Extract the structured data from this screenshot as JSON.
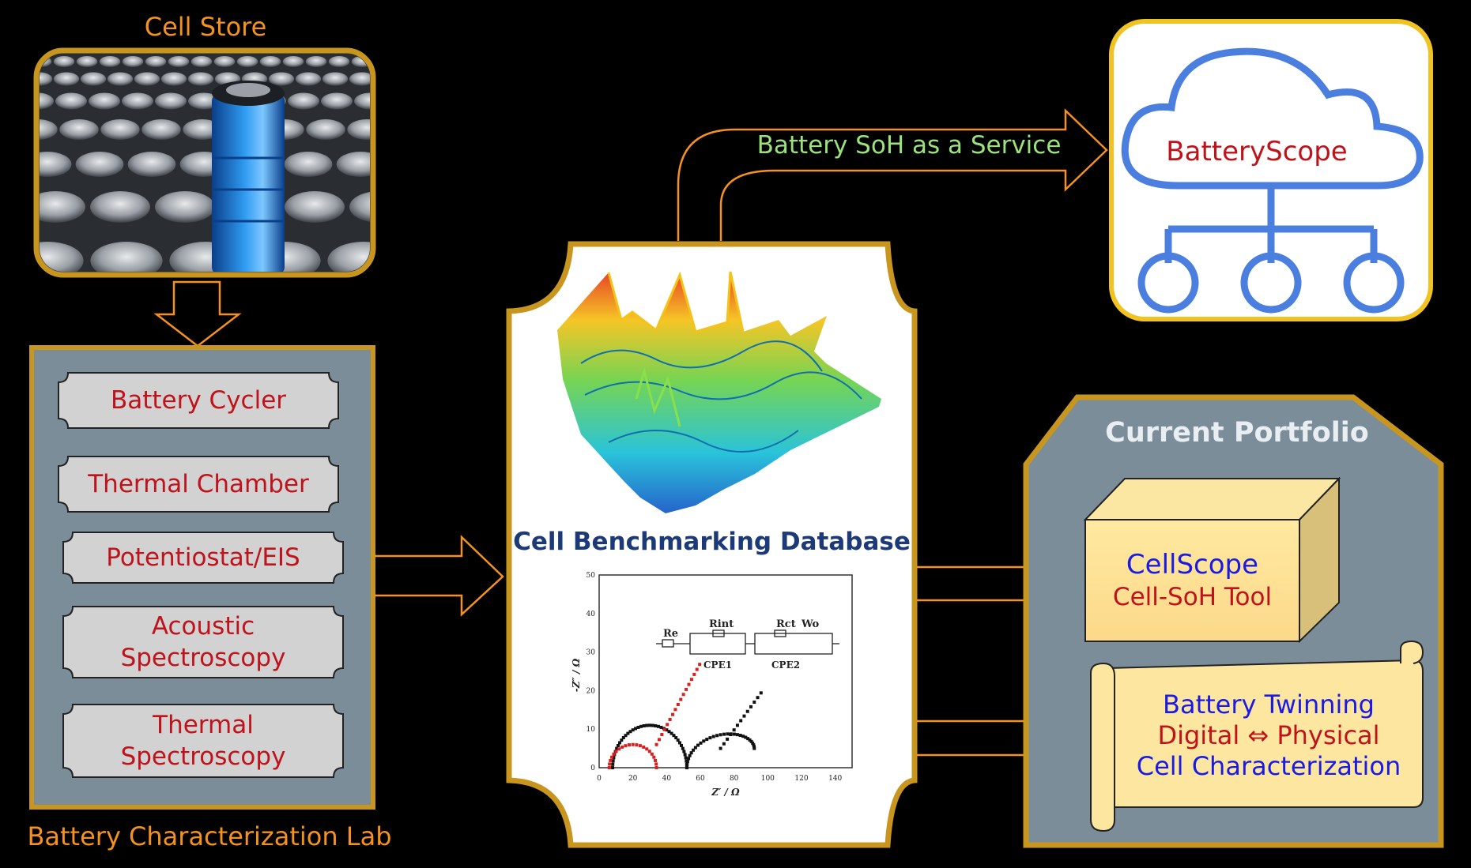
{
  "cell_store": {
    "title": "Cell Store"
  },
  "lab": {
    "title": "Battery Characterization Lab",
    "items": [
      {
        "label": "Battery Cycler"
      },
      {
        "label": "Thermal Chamber"
      },
      {
        "label": "Potentiostat/EIS"
      },
      {
        "label": "Acoustic\nSpectroscopy"
      },
      {
        "label": "Thermal\nSpectroscopy"
      }
    ]
  },
  "database": {
    "title": "Cell Benchmarking Database",
    "eis_plot": {
      "ylabel": "-Z″ / Ω",
      "xlabel": "Z′ / Ω",
      "x_ticks": [
        "0",
        "20",
        "40",
        "60",
        "80",
        "100",
        "120",
        "140"
      ],
      "y_ticks": [
        "0",
        "10",
        "20",
        "30",
        "40",
        "50"
      ],
      "circuit": {
        "re": "Re",
        "rint": "Rint",
        "rct": "Rct",
        "wo": "Wo",
        "cpe1": "CPE1",
        "cpe2": "CPE2"
      }
    }
  },
  "service": {
    "label": "Battery SoH as a Service"
  },
  "cloud": {
    "label": "BatteryScope"
  },
  "portfolio": {
    "title": "Current Portfolio",
    "cellscope": {
      "name": "CellScope",
      "subtitle": "Cell-SoH Tool"
    },
    "twinning": {
      "line1": "Battery Twinning",
      "line2": "Digital ⇔ Physical",
      "line3": "Cell Characterization"
    }
  },
  "colors": {
    "accent_orange": "#f5921e",
    "frame_gold": "#c8961e",
    "panel_slate": "#7b8d99",
    "label_red": "#c0121a",
    "cloud_blue": "#4a7fe0"
  }
}
